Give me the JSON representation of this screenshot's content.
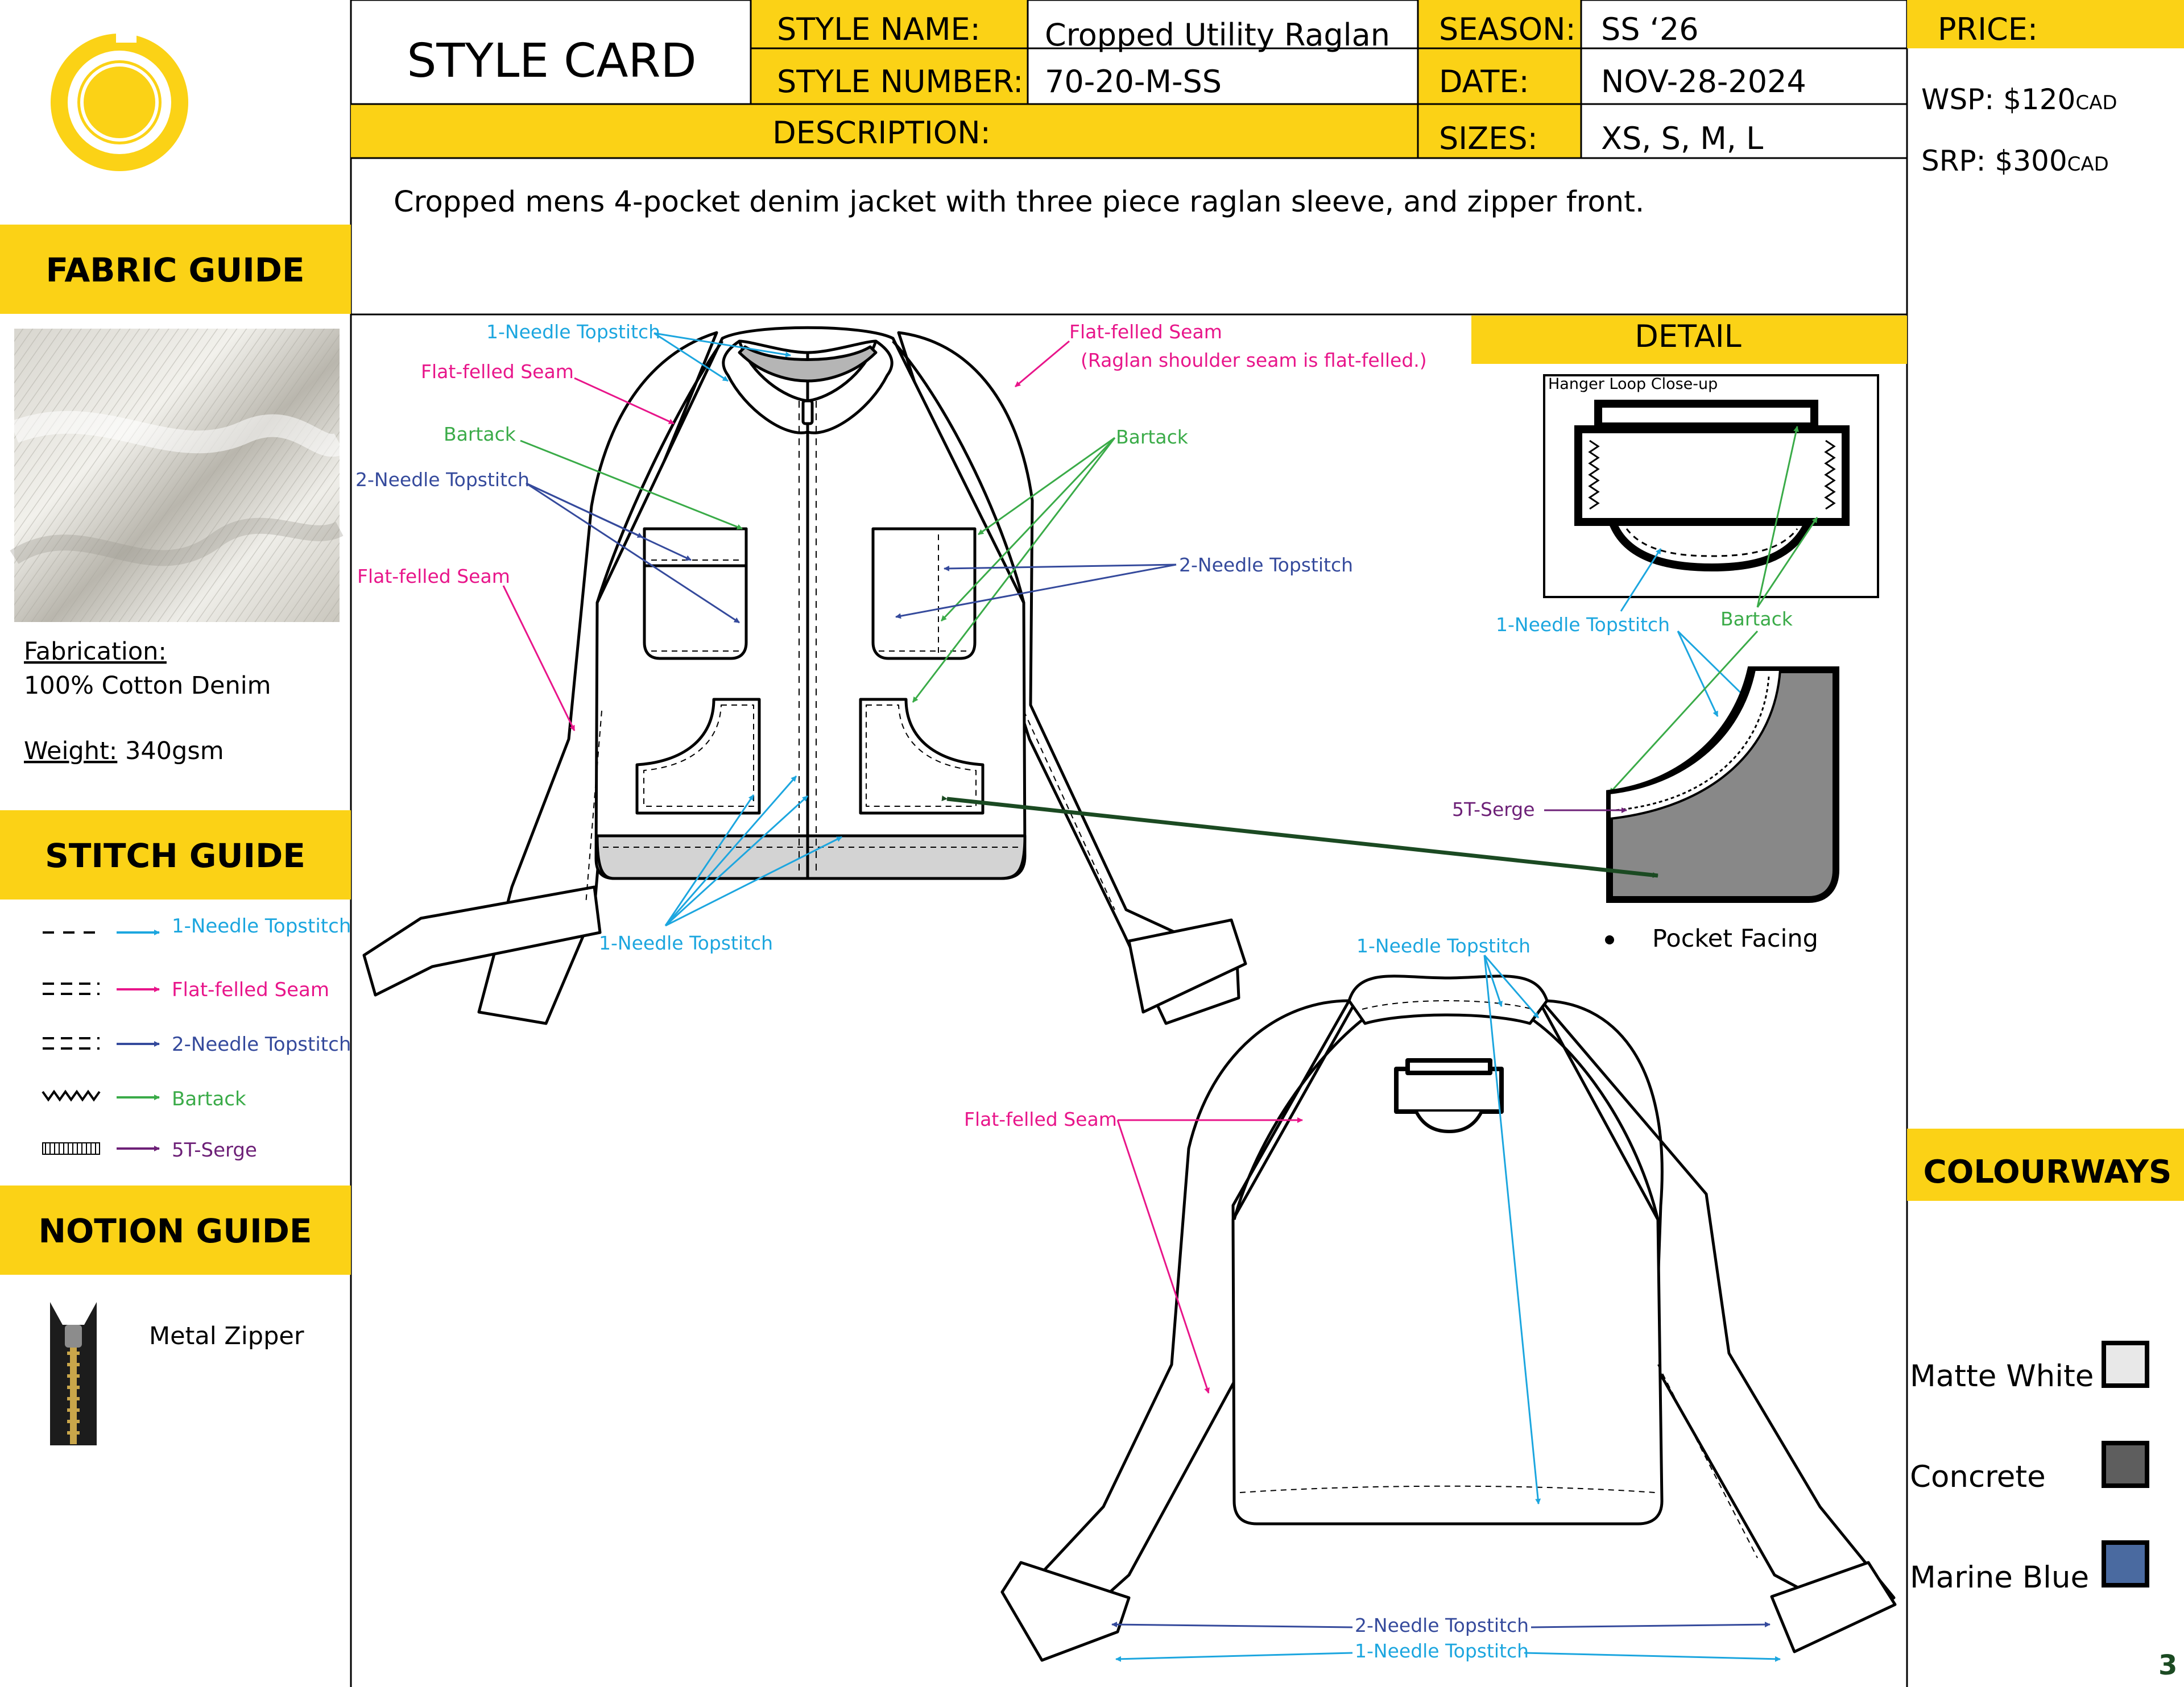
{
  "header": {
    "title": "STYLE CARD",
    "style_name_label": "STYLE NAME:",
    "style_name": "Cropped Utility Raglan",
    "style_number_label": "STYLE NUMBER:",
    "style_number": "70-20-M-SS",
    "season_label": "SEASON:",
    "season": "SS ‘26",
    "date_label": "DATE:",
    "date": "NOV-28-2024",
    "description_label": "DESCRIPTION:",
    "sizes_label": "SIZES:",
    "sizes": "XS, S, M, L",
    "description": "Cropped mens 4-pocket denim jacket with three piece raglan sleeve, and zipper front."
  },
  "price": {
    "label": "PRICE:",
    "wsp_label": "WSP:",
    "wsp_value": "$120",
    "srp_label": "SRP:",
    "srp_value": "$300",
    "currency": "CAD"
  },
  "fabric_guide": {
    "title": "FABRIC GUIDE",
    "fabrication_label": "Fabrication:",
    "fabrication": "100% Cotton Denim",
    "weight_label": "Weight:",
    "weight": "340gsm"
  },
  "stitch_guide": {
    "title": "STITCH GUIDE",
    "items": [
      {
        "label": "1-Needle Topstitch",
        "color": "#1ca6df"
      },
      {
        "label": "Flat-felled Seam",
        "color": "#e8158a"
      },
      {
        "label": "2-Needle Topstitch",
        "color": "#354a9c"
      },
      {
        "label": "Bartack",
        "color": "#3aab48"
      },
      {
        "label": "5T-Serge",
        "color": "#6d2077"
      }
    ]
  },
  "notion_guide": {
    "title": "NOTION GUIDE",
    "item": "Metal Zipper"
  },
  "detail": {
    "title": "DETAIL",
    "hanger_title": "Hanger Loop Close-up",
    "one_needle": "1-Needle Topstitch",
    "bartack": "Bartack",
    "serge": "5T-Serge",
    "pocket_facing": "Pocket Facing"
  },
  "front_callouts": {
    "one_needle_top": "1-Needle Topstitch",
    "flat_felled_left": "Flat-felled Seam",
    "flat_felled_right": "Flat-felled Seam",
    "raglan_note": "(Raglan shoulder seam is flat-felled.)",
    "bartack_left": "Bartack",
    "bartack_right": "Bartack",
    "two_needle_left": "2-Needle Topstitch",
    "two_needle_right": "2-Needle Topstitch",
    "flat_felled_side": "Flat-felled Seam",
    "one_needle_bottom": "1-Needle Topstitch"
  },
  "back_callouts": {
    "one_needle_collar": "1-Needle Topstitch",
    "flat_felled": "Flat-felled Seam",
    "two_needle_cuff": "2-Needle Topstitch",
    "one_needle_cuff": "1-Needle Topstitch"
  },
  "colourways": {
    "title": "COLOURWAYS",
    "items": [
      {
        "name": "Matte White",
        "color": "#e8e8e8"
      },
      {
        "name": "Concrete",
        "color": "#5e5e5e"
      },
      {
        "name": "Marine Blue",
        "color": "#4a6aa0"
      }
    ]
  },
  "page_number": "3",
  "colors": {
    "accent": "#fbd216",
    "one_needle": "#1ca6df",
    "flat_felled": "#e8158a",
    "two_needle": "#354a9c",
    "bartack": "#3aab48",
    "serge": "#6d2077",
    "arrow_dark": "#1b4a22",
    "facing_grey": "#888888"
  }
}
